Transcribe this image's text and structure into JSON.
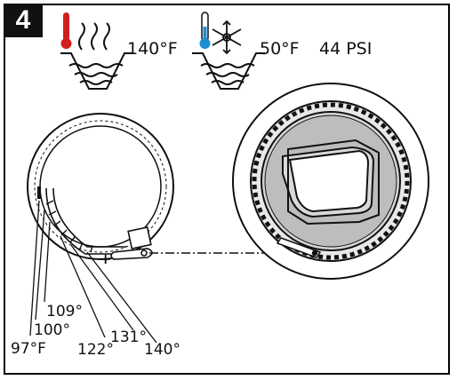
{
  "step_number": "4",
  "hot_water": {
    "temperature": "140°F",
    "icon": "thermometer-hot-icon",
    "color": "#d21e1e"
  },
  "cold_water": {
    "temperature": "50°F",
    "pressure": "44 PSI",
    "icon": "thermometer-cold-snowflake-icon",
    "color": "#1e8fd2"
  },
  "dial": {
    "plus_symbol": "+",
    "markings": [
      "97°F",
      "100°",
      "109°",
      "122°",
      "131°",
      "140°"
    ]
  }
}
